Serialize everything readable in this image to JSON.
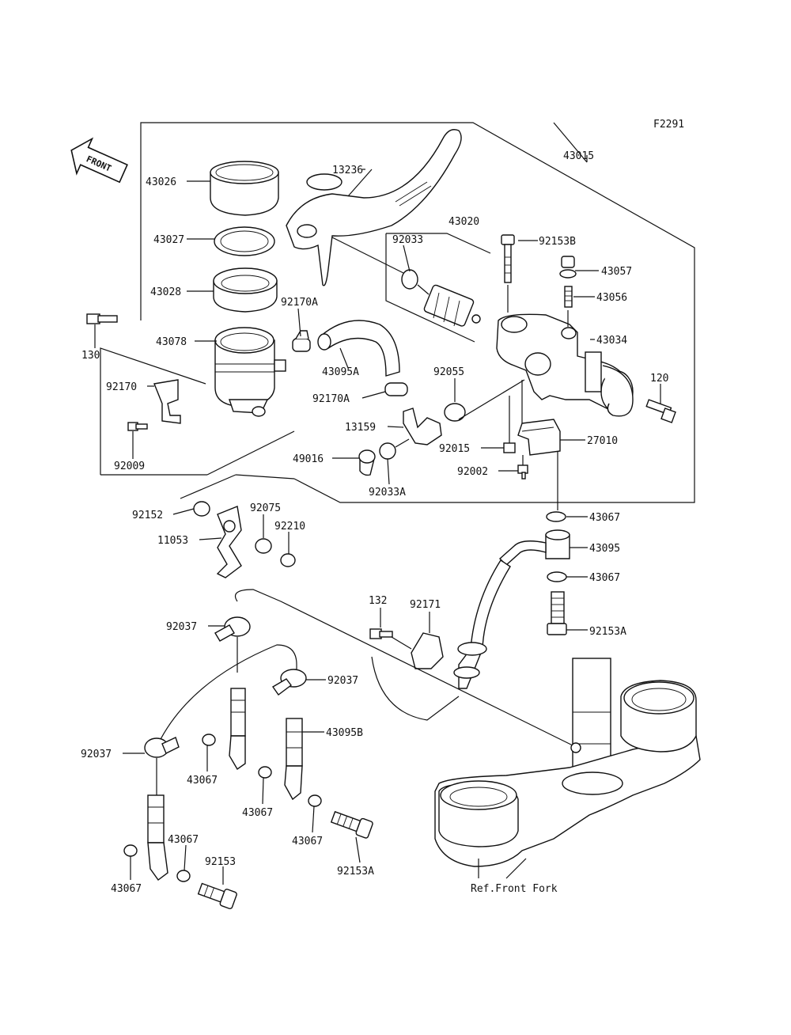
{
  "figure_code": "F2291",
  "front_arrow_text": "FRONT",
  "reference_text": "Ref.Front Fork",
  "part_numbers": {
    "p43015": "43015",
    "p43026": "43026",
    "p43027": "43027",
    "p43028": "43028",
    "p43078": "43078",
    "p13236": "13236",
    "p43020": "43020",
    "p92033": "92033",
    "p92153B": "92153B",
    "p43057": "43057",
    "p43056": "43056",
    "p43034": "43034",
    "p120": "120",
    "p130": "130",
    "p92170A_top": "92170A",
    "p43095A": "43095A",
    "p92170": "92170",
    "p92170A_mid": "92170A",
    "p92055": "92055",
    "p13159": "13159",
    "p92015": "92015",
    "p27010": "27010",
    "p49016": "49016",
    "p92002": "92002",
    "p92033A": "92033A",
    "p92009": "92009",
    "p92152": "92152",
    "p92075": "92075",
    "p92210": "92210",
    "p11053": "11053",
    "p43067_a": "43067",
    "p43095": "43095",
    "p43067_b": "43067",
    "p92153A_a": "92153A",
    "p132": "132",
    "p92171": "92171",
    "p92037_a": "92037",
    "p92037_b": "92037",
    "p43095B": "43095B",
    "p92037_c": "92037",
    "p43067_c": "43067",
    "p43067_d": "43067",
    "p43067_e": "43067",
    "p92153A_b": "92153A",
    "p43067_f": "43067",
    "p92153": "92153",
    "p43067_g": "43067"
  }
}
